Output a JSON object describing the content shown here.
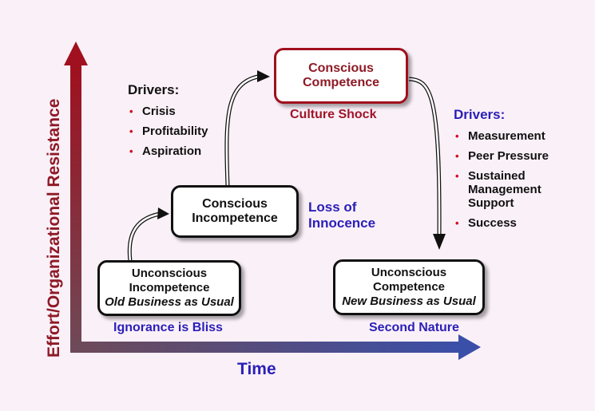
{
  "axes": {
    "y_label": "Effort/Organizational Resistance",
    "x_label": "Time"
  },
  "stages": {
    "unconscious_incompetence": {
      "line1": "Unconscious",
      "line2": "Incompetence",
      "line3": "Old Business as Usual",
      "caption": "Ignorance is Bliss"
    },
    "conscious_incompetence": {
      "line1": "Conscious",
      "line2": "Incompetence",
      "caption_line1": "Loss of",
      "caption_line2": "Innocence"
    },
    "conscious_competence": {
      "line1": "Conscious",
      "line2": "Competence",
      "caption": "Culture Shock"
    },
    "unconscious_competence": {
      "line1": "Unconscious",
      "line2": "Competence",
      "line3": "New Business as Usual",
      "caption": "Second Nature"
    }
  },
  "drivers_left": {
    "heading": "Drivers:",
    "items": [
      "Crisis",
      "Profitability",
      "Aspiration"
    ]
  },
  "drivers_right": {
    "heading": "Drivers:",
    "items": [
      "Measurement",
      "Peer Pressure",
      "Sustained Management Support",
      "Success"
    ]
  },
  "colors": {
    "background": "#faf0f8",
    "axis_top": "#a0101e",
    "axis_right": "#3a4fa8",
    "caption_blue": "#2a1fb8",
    "caption_red": "#a01428",
    "highlight_border": "#a0101e",
    "bullet": "#d01020"
  }
}
